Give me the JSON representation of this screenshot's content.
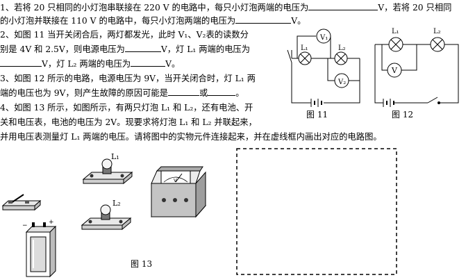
{
  "q1": {
    "line1": "1、若将 20 只相同的小灯泡串联接在 220 V 的电路中，每只小灯泡两端的电压为",
    "line1_end": "V，若将 20 只相同",
    "line2": "的小灯泡并联接在 110 V 的电路中，每只小灯泡两端的电压为",
    "line2_end": "V。"
  },
  "q2": {
    "line1": "2、如图 11 当开关闭合后，两灯都发光，此时 V₁、V₂表的读数分",
    "line2a": "别是 4V 和 2.5V，则电源电压为",
    "line2b": "V，灯 L₁ 两端的电压为",
    "line3a": "V，灯 L₂ 两端的电压为",
    "line3b": "V。"
  },
  "q3": {
    "line1": "3、如图 12 所示的电路，电源电压为 9V，当开关闭合时，灯 L₁ 两",
    "line2a": "端的电压也为 9V，则产生故障的原因可能是",
    "line2b": "或",
    "line2c": "。"
  },
  "q4": {
    "line1": "4、如图 13 所示，如图所示，有两只灯泡 L₁ 和 L₂，还有电池、开",
    "line2": "关和电压表，电池的电压为 2V。现要求将灯泡 L₁ 和 L₂ 并联起来，",
    "line3": "并用电压表测量灯 L₁ 两端的电压。请将图中的实物元件连接起来，并在虚线框内画出对应的电路图。"
  },
  "figures": {
    "fig11_caption": "图 11",
    "fig12_caption": "图 12",
    "fig13_caption": "图 13",
    "fig11_v1": "V₁",
    "fig11_v2": "V₂",
    "fig11_l1": "L₁",
    "fig11_l2": "L₂",
    "fig12_l1": "L₁",
    "fig12_l2": "L₂",
    "fig12_v": "V",
    "fig13_l1": "L₁",
    "fig13_l2": "L₂",
    "fig13_meter_v": "V"
  }
}
